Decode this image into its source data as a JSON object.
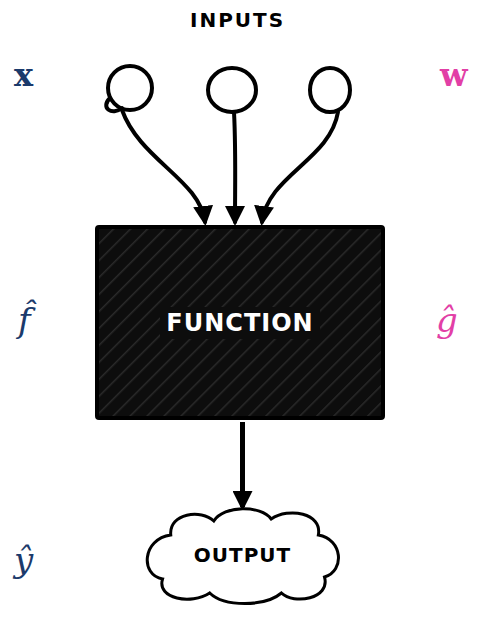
{
  "diagram": {
    "nodes": [
      {
        "text": [
          "FUNCTION"
        ]
      },
      {
        "text": [
          "OUTPUT"
        ]
      }
    ],
    "edges": [
      {
        "from": 0,
        "to": 1,
        "arrow": "to"
      }
    ],
    "labels": [
      "INPUTS",
      "x",
      "w",
      "f̂",
      "ĝ",
      "ŷ"
    ]
  }
}
